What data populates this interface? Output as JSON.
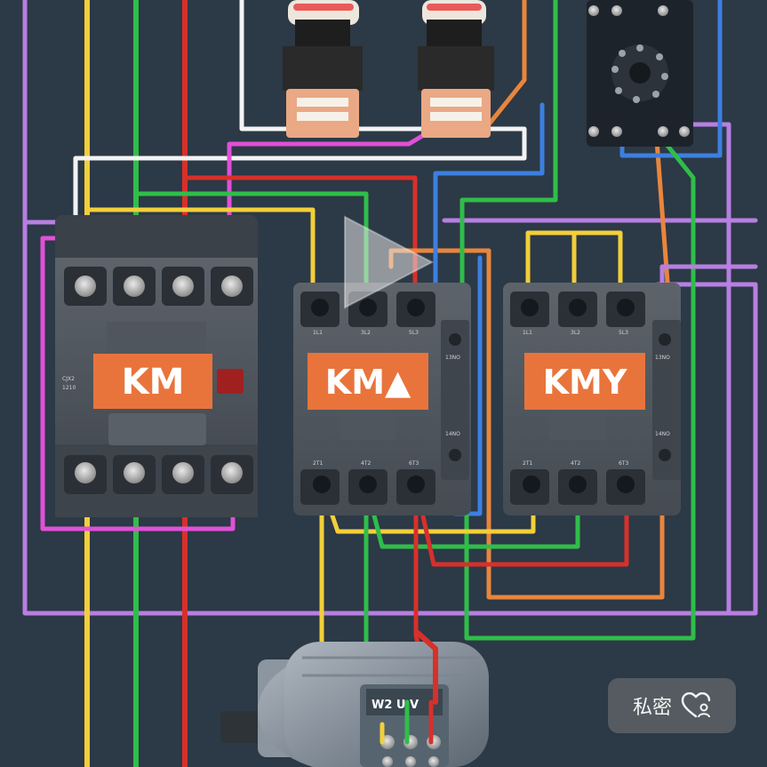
{
  "contactor_km": {
    "label": "KM",
    "model_line1": "CJX2",
    "model_line2": "1210"
  },
  "contactor_km_delta": {
    "label": "KM▲"
  },
  "contactor_kmy": {
    "label": "KMY"
  },
  "terminals": {
    "top": [
      "1L1",
      "3L2",
      "5L3"
    ],
    "bottom": [
      "2T1",
      "4T2",
      "6T3"
    ],
    "aux_top": "13NO",
    "aux_bottom": "14NO"
  },
  "motor": {
    "terminal_label": "W2 U V"
  },
  "video": {
    "play_icon": "play-icon"
  },
  "privacy": {
    "label": "私密",
    "icon": "heart-user-icon"
  },
  "wire_colors": {
    "yellow": "#f2cf3a",
    "green": "#2fbe4a",
    "red": "#d8302a",
    "purple": "#b77fe2",
    "magenta": "#e050d8",
    "blue": "#3d7fe0",
    "orange": "#e9853d",
    "white": "#f3f3f3"
  }
}
